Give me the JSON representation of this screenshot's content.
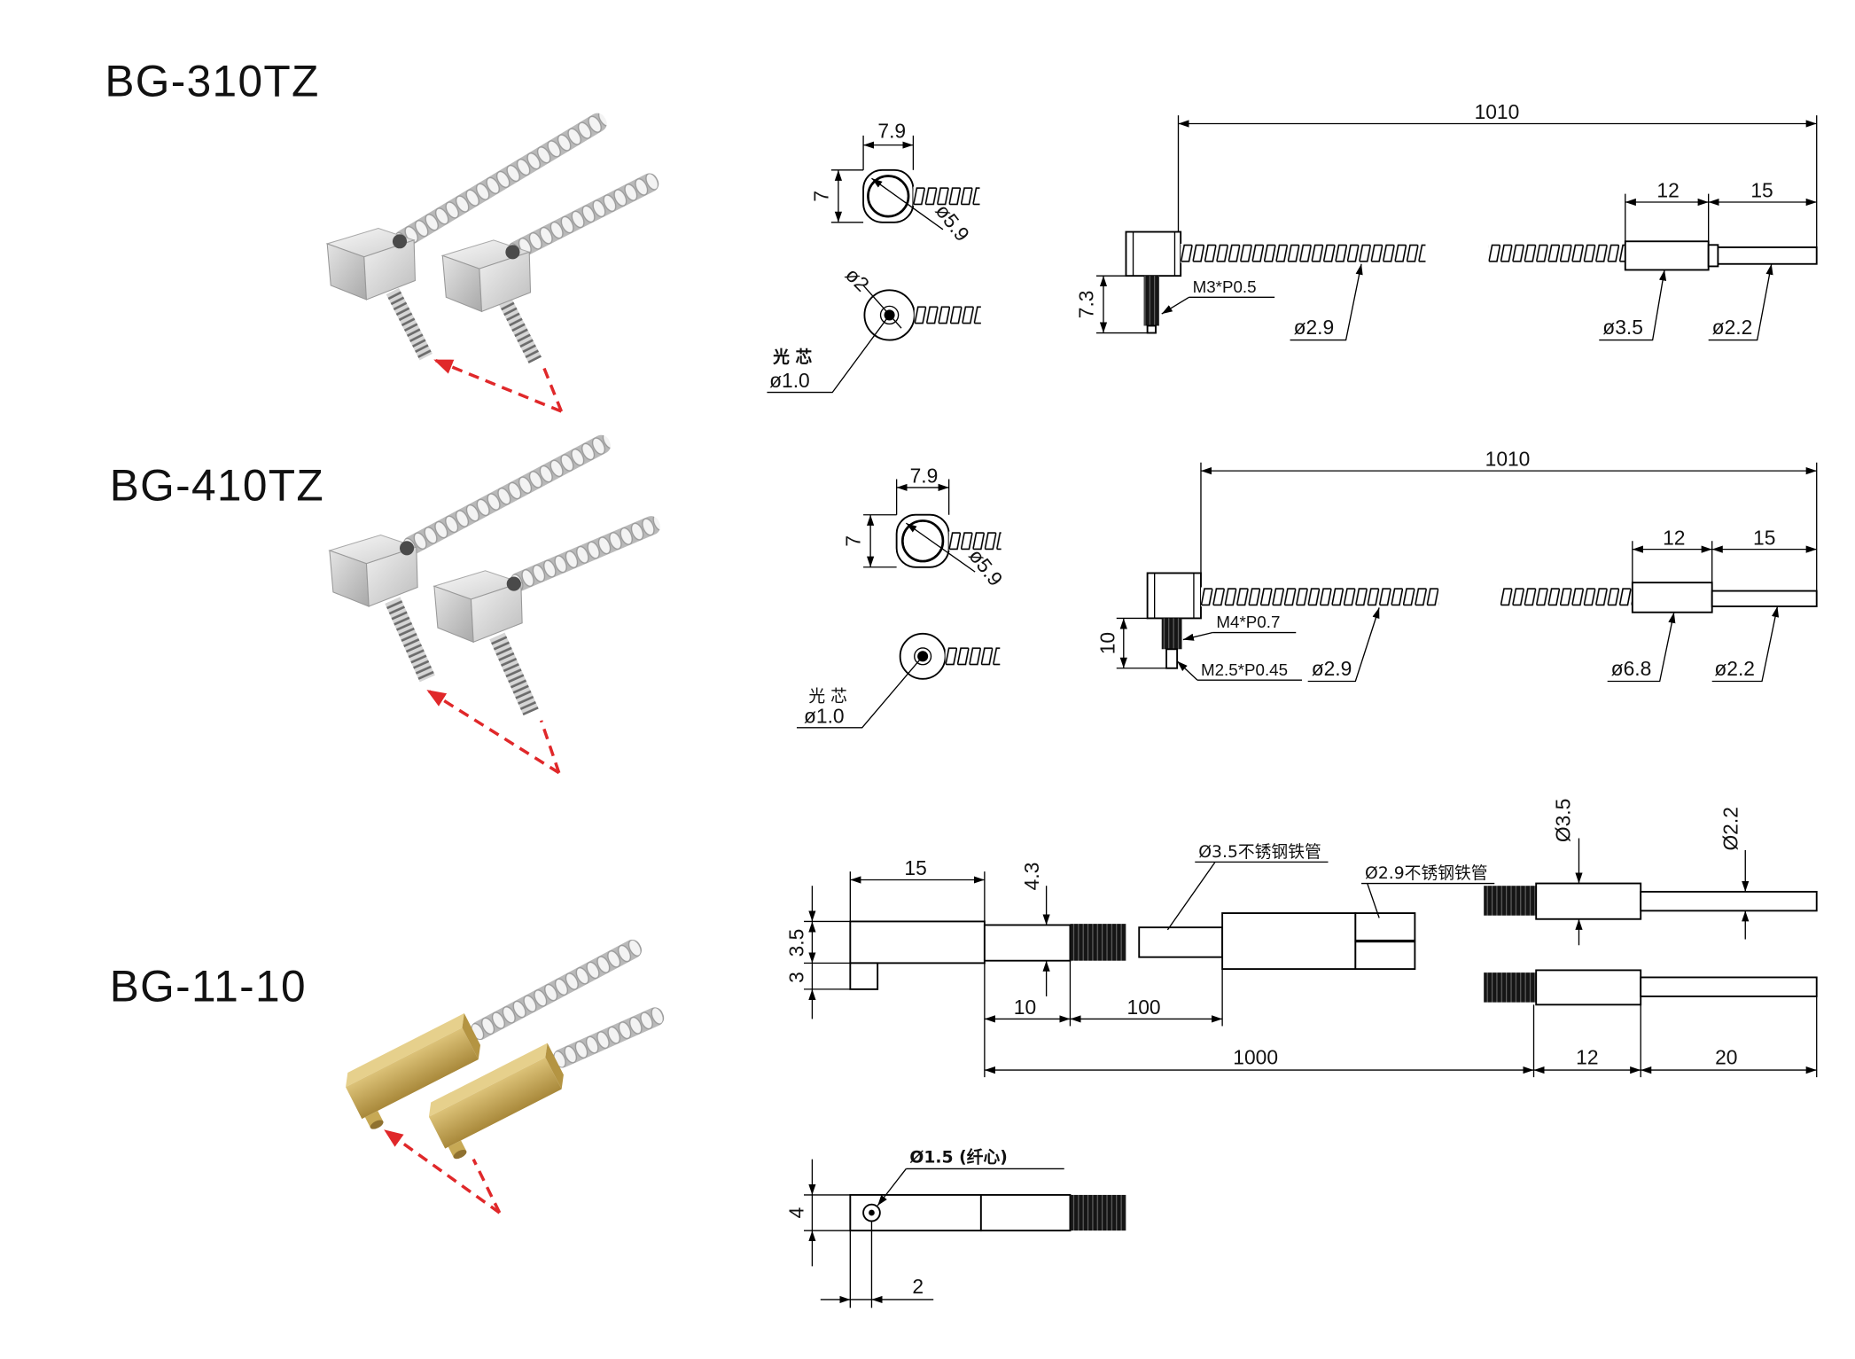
{
  "colors": {
    "arrow": "#e0282a",
    "drawing_line": "#000000",
    "brass": "#c9aa55",
    "steel": "#c8c8c8"
  },
  "bg310tz": {
    "title": "BG-310TZ",
    "end_view": {
      "width": "7.9",
      "height": "7",
      "outer_dia": "ø5.9",
      "hole_dia": "ø2",
      "core_label": "光 芯",
      "core_dia": "ø1.0"
    },
    "side_view": {
      "total_length": "1010",
      "ferrule_length": "12",
      "tip_length": "15",
      "screw_length": "7.3",
      "thread": "M3*P0.5",
      "sheath_dia": "ø2.9",
      "ferrule_dia": "ø3.5",
      "tip_dia": "ø2.2"
    }
  },
  "bg410tz": {
    "title": "BG-410TZ",
    "end_view": {
      "width": "7.9",
      "height": "7",
      "outer_dia": "ø5.9",
      "core_label": "光 芯",
      "core_dia": "ø1.0"
    },
    "side_view": {
      "total_length": "1010",
      "ferrule_length": "12",
      "tip_length": "15",
      "screw_length": "10",
      "thread_major": "M4*P0.7",
      "thread_minor": "M2.5*P0.45",
      "sheath_dia": "ø2.9",
      "ferrule_dia": "ø6.8",
      "tip_dia": "ø2.2"
    }
  },
  "bg1110": {
    "title": "BG-11-10",
    "head_view": {
      "body_length": "15",
      "thread_height": "4.3",
      "body_height": "3.5",
      "nub_height": "3",
      "tube_length": "10",
      "sheath_length": "100"
    },
    "total_length": "1000",
    "ferrule_length": "12",
    "tip_length": "20",
    "sheath_35_label": "Ø3.5不锈钢铁管",
    "sheath_29_label": "Ø2.9不锈钢铁管",
    "ferrule_dia": "Ø3.5",
    "tip_dia": "Ø2.2",
    "top_view": {
      "fiber_core": "Ø1.5 (纤心)",
      "height": "4",
      "offset": "2"
    }
  }
}
